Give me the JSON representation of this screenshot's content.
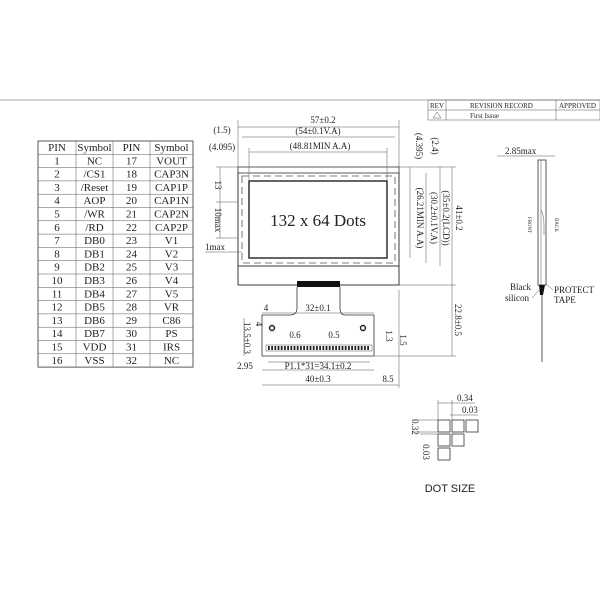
{
  "revision": {
    "col_rev": "REV",
    "col_record": "REVISION RECORD",
    "col_approved": "APPROVED",
    "row_record": "First Issue"
  },
  "pin_table": {
    "headers": [
      "PIN",
      "Symbol",
      "PIN",
      "Symbol"
    ],
    "rows": [
      [
        "1",
        "NC",
        "17",
        "VOUT"
      ],
      [
        "2",
        "/CS1",
        "18",
        "CAP3N"
      ],
      [
        "3",
        "/Reset",
        "19",
        "CAP1P"
      ],
      [
        "4",
        "AOP",
        "20",
        "CAP1N"
      ],
      [
        "5",
        "/WR",
        "21",
        "CAP2N"
      ],
      [
        "6",
        "/RD",
        "22",
        "CAP2P"
      ],
      [
        "7",
        "DB0",
        "23",
        "V1"
      ],
      [
        "8",
        "DB1",
        "24",
        "V2"
      ],
      [
        "9",
        "DB2",
        "25",
        "V3"
      ],
      [
        "10",
        "DB3",
        "26",
        "V4"
      ],
      [
        "11",
        "DB4",
        "27",
        "V5"
      ],
      [
        "12",
        "DB5",
        "28",
        "VR"
      ],
      [
        "13",
        "DB6",
        "29",
        "C86"
      ],
      [
        "14",
        "DB7",
        "30",
        "PS"
      ],
      [
        "15",
        "VDD",
        "31",
        "IRS"
      ],
      [
        "16",
        "VSS",
        "32",
        "NC"
      ]
    ]
  },
  "front_view": {
    "display_label": "132 x 64 Dots",
    "dims": {
      "width": "57±0.2",
      "va_width": "(54±0.1V.A)",
      "left_offset": "(1.5)",
      "aa_left": "(4.095)",
      "aa_width": "(48.81MIN A.A)",
      "top_aa": "(4.395)",
      "top_va": "(2.4)",
      "aa_height": "(26.21MIN A.A)",
      "va_height": "(30.2±0.1V.A)",
      "lcd_height": "(35±0.2(LCD))",
      "height": "41±0.2",
      "left_13": "13",
      "left_10max": "10max",
      "left_1max": "1max",
      "fpc_length": "22.8±0.5",
      "hole_offset": "4",
      "hole_pitch": "32±0.1",
      "hole_vert": "4",
      "fpc_height": "13.5±0.3",
      "pin_width": "0.6",
      "pin_gap": "0.5",
      "pin_h1": "1.3",
      "pin_h2": "1.5",
      "fpc_left": "2.95",
      "pin_span": "P1.1*31=34.1±0.2",
      "fpc_width": "40±0.3",
      "fpc_right": "8.5"
    }
  },
  "side_view": {
    "thickness": "2.85max",
    "front": "FRONT",
    "back": "BACK",
    "black_silicon_1": "Black",
    "black_silicon_2": "silicon",
    "protect_tape_1": "PROTECT",
    "protect_tape_2": "TAPE"
  },
  "dot_size": {
    "title": "DOT SIZE",
    "pitch": "0.34",
    "gap": "0.03",
    "height": "0.32",
    "vgap": "0.03"
  }
}
